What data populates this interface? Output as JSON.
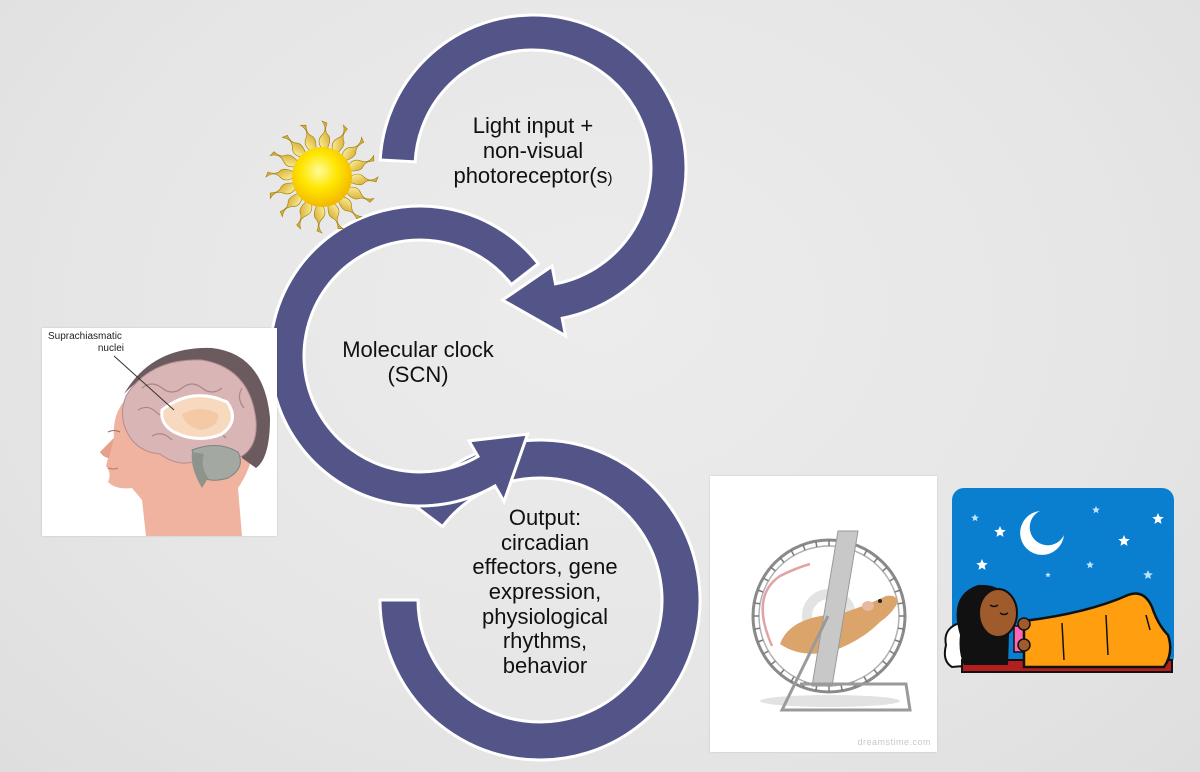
{
  "diagram": {
    "title": "Circadian clock pathway",
    "steps": [
      {
        "id": "light",
        "lines": [
          "Light input +",
          "non-visual",
          "photoreceptor(s"
        ],
        "suffix": ")"
      },
      {
        "id": "scn",
        "lines": [
          "Molecular clock",
          "(SCN)"
        ]
      },
      {
        "id": "output",
        "lines": [
          "Output:",
          "circadian",
          "effectors, gene",
          "expression,",
          "physiological",
          "rhythms,",
          "behavior"
        ]
      }
    ],
    "arrow_color": "#535487",
    "arrow_outline": "#ffffff"
  },
  "images": {
    "sun": {
      "icon": "sun-icon"
    },
    "brain": {
      "caption_line1": "Suprachiasmatic",
      "caption_line2": "nuclei",
      "icon": "brain-head-illustration"
    },
    "wheel": {
      "icon": "mouse-running-wheel",
      "watermark": "dreamstime.com"
    },
    "sleep": {
      "icon": "person-sleeping-night",
      "sky_color": "#0a7fd0",
      "blanket_color": "#ff9f0f"
    }
  }
}
